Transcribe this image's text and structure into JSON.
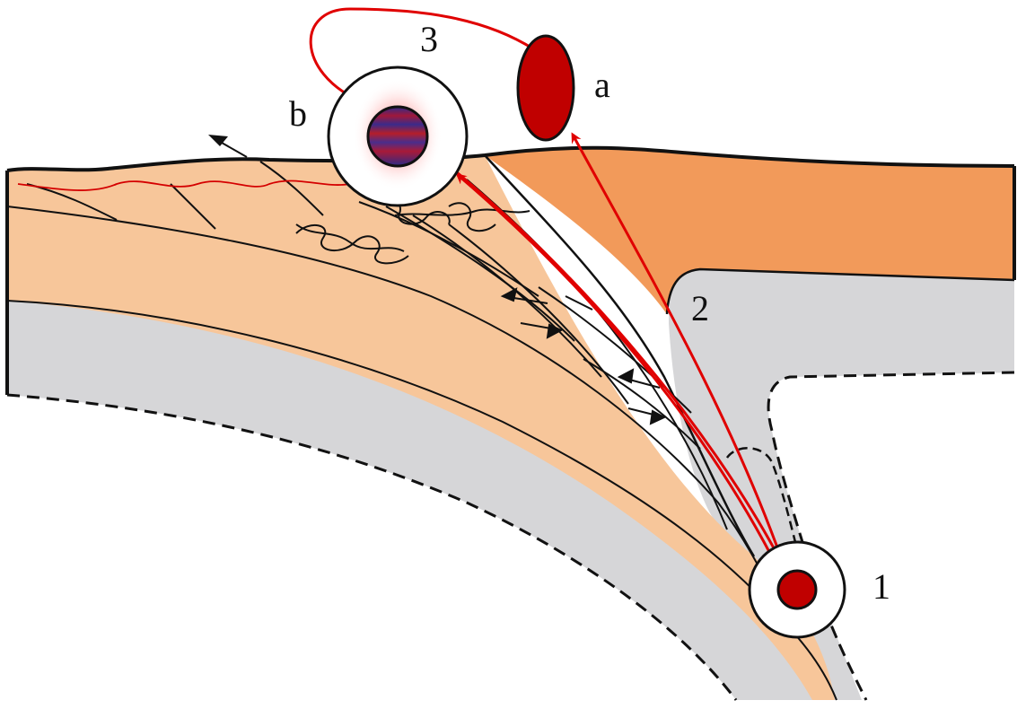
{
  "labels": {
    "label_1": "1",
    "label_2": "2",
    "label_3": "3",
    "label_a": "a",
    "label_b": "b"
  },
  "colors": {
    "light_crust": "#f7c69a",
    "upper_plate": "#f29a5a",
    "mantle_gray": "#d6d6d8",
    "arrow_red": "#e00000",
    "dark_red": "#c00000",
    "outline": "#111111",
    "sample_core_purple": "#4b2a86"
  },
  "icons": {
    "sample_a": "ellipse-sample-icon",
    "sample_b": "ringed-sample-icon",
    "sample_1": "ringed-sample-icon"
  }
}
